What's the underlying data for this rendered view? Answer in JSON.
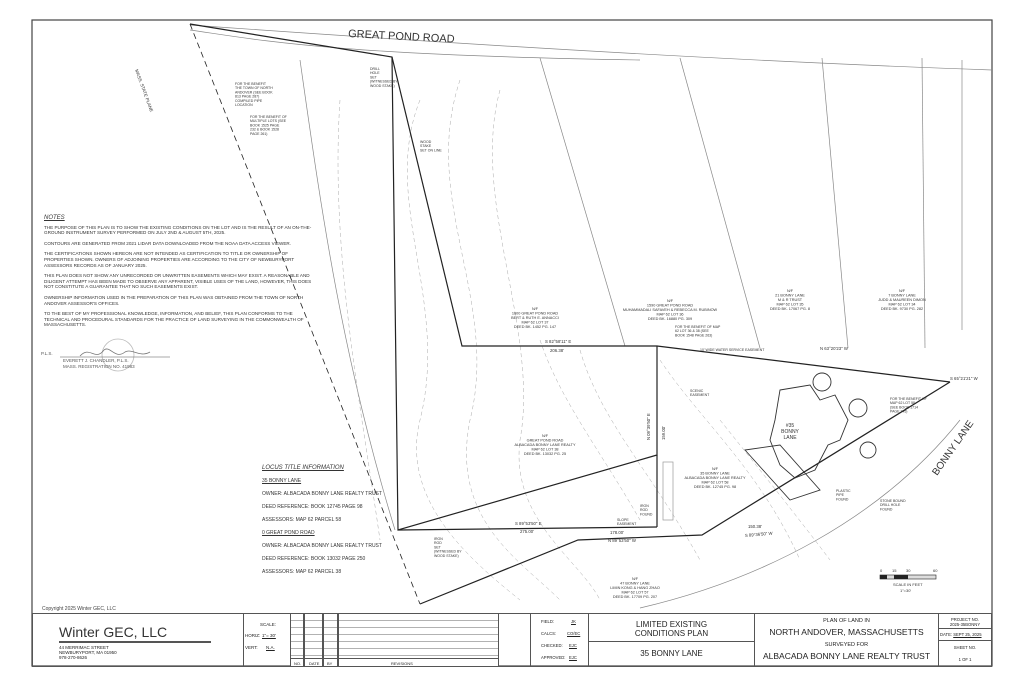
{
  "copyright": "Copyright 2025 Winter GEC, LLC",
  "notes": {
    "heading": "NOTES",
    "items": [
      "THE PURPOSE OF THIS PLAN IS TO SHOW THE EXISTING CONDITIONS ON THE LOT AND IS THE RESULT OF AN ON-THE-GROUND INSTRUMENT SURVEY PERFORMED ON JULY 2ND & AUGUST 5TH, 2025.",
      "CONTOURS ARE GENERATED FROM 2021 LIDAR DATA DOWNLOADED FROM THE NOAA DATA ACCESS VIEWER.",
      "THE CERTIFICATIONS SHOWN HEREON ARE NOT INTENDED AS CERTIFICATION TO TITLE OR OWNERSHIP OF PROPERTIES SHOWN. OWNERS OF ADJOINING PROPERTIES ARE ACCORDING TO THE CITY OF NEWBURYPORT ASSESSORS RECORDS AS OF JANUARY 2025.",
      "THIS PLAN DOES NOT SHOW ANY UNRECORDED OR UNWRITTEN EASEMENTS WHICH MAY EXIST. A REASONABLE AND DILIGENT ATTEMPT HAS BEEN MADE TO OBSERVE ANY APPARENT, VISIBLE USES OF THE LAND, HOWEVER, THIS DOES NOT CONSTITUTE A GUARANTEE THAT NO SUCH EASEMENTS EXIST.",
      "OWNERSHIP INFORMATION USED IN THE PREPARATION OF THIS PLAN WAS OBTAINED FROM THE TOWN OF NORTH ANDOVER ASSESSOR'S OFFICES.",
      "TO THE BEST OF MY PROFESSIONAL KNOWLEDGE, INFORMATION, AND BELIEF, THIS PLAN CONFORMS TO THE TECHNICAL AND PROCEDURAL STANDARDS FOR THE PRACTICE OF LAND SURVEYING IN THE COMMONWEALTH OF MASSACHUSETTS."
    ],
    "pls_label": "P.L.S.",
    "surveyor_name": "EVERETT J. CHANDLER, P.L.S.",
    "registration": "MASS. REGISTRATION NO. 41983"
  },
  "locus": {
    "heading": "LOCUS TITLE INFORMATION",
    "parcels": [
      {
        "name": "35 BONNY LANE",
        "owner": "OWNER: ALBACADA BONNY LANE REALTY TRUST",
        "deed": "DEED REFERENCE: BOOK 12745 PAGE 98",
        "assessors": "ASSESSORS: MAP 62 PARCEL 58"
      },
      {
        "name": "0 GREAT POND ROAD",
        "owner": "OWNER: ALBACADA BONNY LANE REALTY TRUST",
        "deed": "DEED REFERENCE: BOOK 13032 PAGE 250",
        "assessors": "ASSESSORS: MAP 62 PARCEL 38"
      }
    ]
  },
  "map": {
    "road_great_pond": "GREAT POND ROAD",
    "road_bonny": "BONNY LANE",
    "state_plane": "MASS. STATE PLANE",
    "abutters": [
      {
        "lines": [
          "N/F",
          "1600 GREAT POND ROAD",
          "BERT & RUTH E. ANNACCI",
          "MAP 62 LOT 37",
          "DEED BK. 1452 PG. 147"
        ]
      },
      {
        "lines": [
          "N/F",
          "1590 GREAT POND ROAD",
          "MUHAMMADALI SAFAVEH & REBECCA M. RUBINOW",
          "MAP 62 LOT 36",
          "DEED BK. 16880 PG. 309"
        ]
      },
      {
        "lines": [
          "N/F",
          "21 BONNY LANE",
          "M & R TRUST",
          "MAP 62 LOT 35",
          "DEED BK. 17067 PG. 8"
        ]
      },
      {
        "lines": [
          "N/F",
          "7 BONNY LANE",
          "JUDD & MAUREEN DIMON",
          "MAP 62 LOT 34",
          "DEED BK. 9730 PG. 282"
        ]
      },
      {
        "lines": [
          "N/F",
          "GREAT POND ROAD",
          "ALBACADA BONNY LANE REALTY",
          "MAP 62 LOT 38",
          "DEED BK. 13032 PG. 25"
        ]
      },
      {
        "lines": [
          "N/F",
          "35 BONNY LANE",
          "ALBACADA BONNY LANE REALTY",
          "MAP 62 LOT 58",
          "DEED BK. 12745 PG. 98"
        ]
      },
      {
        "lines": [
          "N/F",
          "47 BONNY LANE",
          "LIMIN KONG & HANG ZHAO",
          "MAP 62 LOT 57",
          "DEED BK. 17709 PG. 207"
        ]
      }
    ],
    "annotations": [
      {
        "lines": [
          "FOR THE BENEFIT",
          "THE TOWN OF NORTH",
          "ANDOVER (SEE BOOK",
          "813 PAGE 287)",
          "COMPILED PIPE",
          "LOCATION"
        ]
      },
      {
        "lines": [
          "FOR THE BENEFIT OF",
          "MULTIPLE LOTS (SEE",
          "BOOK 1525 PAGE",
          "232 & BOOK 1528",
          "PAGE 261)"
        ]
      },
      {
        "lines": [
          "FOR THE BENEFIT OF MAP",
          "62 LOT 36 & 38 (SEE",
          "BOOK 1548 PAGE 263)"
        ]
      },
      {
        "lines": [
          "FOR THE BENEFIT OF",
          "MAP 62 LOT 58",
          "(SEE BOOK 1714",
          "PAGE 345)"
        ]
      },
      {
        "lines": [
          "10' WIDE WATER SERVICE EASEMENT"
        ]
      },
      {
        "lines": [
          "DRILL",
          "HOLE",
          "SET",
          "(WITNESSED BY",
          "WOOD STAKE)"
        ]
      },
      {
        "lines": [
          "WOOD",
          "STAKE",
          "SET ON LINE"
        ]
      },
      {
        "lines": [
          "IRON",
          "ROD",
          "SET",
          "(WITNESSED BY",
          "WOOD STAKE)"
        ]
      },
      {
        "lines": [
          "IRON",
          "ROD",
          "FOUND"
        ]
      },
      {
        "lines": [
          "STONE BOUND",
          "DRILL HOLE",
          "FOUND"
        ]
      },
      {
        "lines": [
          "PLASTIC",
          "PIPE",
          "FOUND"
        ]
      },
      {
        "lines": [
          "SCENIC",
          "EASEMENT"
        ]
      },
      {
        "lines": [
          "SLOPE",
          "EASEMENT"
        ]
      }
    ],
    "bearings": [
      "S 82°58'11\" E",
      "206.38'",
      "S 89°53'50\" E",
      "275.00'",
      "N 89°53'50\" W",
      "178.00'",
      "N 09°39'50\" E",
      "159.00'",
      "S 89°36'50\" W",
      "150.38'",
      "N 63°20'23\" W",
      "S 65°21'21\" W"
    ],
    "house_label": [
      "#35",
      "BONNY",
      "LANE"
    ],
    "scale_bar": {
      "ticks": [
        "0",
        "15",
        "30",
        "60"
      ],
      "label": "SCALE IN FEET",
      "ratio": "1\"=30'"
    }
  },
  "title_block": {
    "firm": "Winter GEC, LLC",
    "address": [
      "44 MERRIMAC STREET",
      "NEWBURYPORT, MA 01950",
      "978-270-8626"
    ],
    "scale_label": "SCALE:",
    "horiz_label": "HORIZ:",
    "horiz_value": "1\"= 30'",
    "vert_label": "VERT:",
    "vert_value": "N.A.",
    "revisions_headers": [
      "NO.",
      "DATE",
      "BY",
      "REVISIONS"
    ],
    "field_label": "FIELD:",
    "field_value": "JK",
    "calcs_label": "CALCS:",
    "calcs_value": "CO/EC",
    "checked_label": "CHECKED:",
    "checked_value": "EJC",
    "approved_label": "APPROVED:",
    "approved_value": "EJC",
    "plan_type": [
      "LIMITED EXISTING",
      "CONDITIONS PLAN"
    ],
    "address_title": "35 BONNY LANE",
    "plan_of_land": "PLAN OF LAND IN",
    "town": "NORTH ANDOVER, MASSACHUSETTS",
    "surveyed_for": "SURVEYED FOR",
    "client": "ALBACADA BONNY LANE REALTY TRUST",
    "project_no_label": "PROJECT NO.",
    "project_no": "2025-35BONNY",
    "date_label": "DATE:",
    "date_value": "SEPT 25, 2025",
    "sheet_no_label": "SHEET NO.",
    "sheet_no": "1 OF 1"
  }
}
